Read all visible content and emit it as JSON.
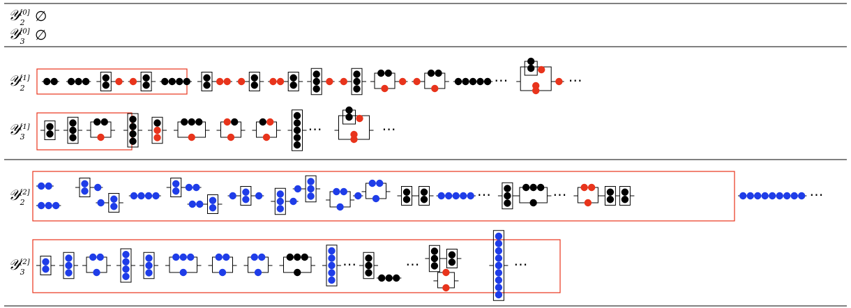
{
  "symbols": {
    "calY": "𝒴",
    "empty": "∅",
    "ellipsis": "⋯"
  },
  "colors": {
    "black": "#000000",
    "red": "#e8341c",
    "blue": "#1f3de8",
    "frame": "#e8341c",
    "rule": "#000000"
  },
  "rows": [
    {
      "id": "y2-0",
      "sub": "2",
      "sup": "[0]",
      "content": "empty"
    },
    {
      "id": "y3-0",
      "sub": "3",
      "sup": "[0]",
      "content": "empty"
    },
    {
      "id": "y2-1",
      "sub": "2",
      "sup": "[1]",
      "content": "diagrams"
    },
    {
      "id": "y3-1",
      "sub": "3",
      "sup": "[1]",
      "content": "diagrams"
    },
    {
      "id": "y2-2",
      "sub": "2",
      "sup": "[2]",
      "content": "diagrams"
    },
    {
      "id": "y3-2",
      "sub": "3",
      "sup": "[2]",
      "content": "diagrams"
    }
  ]
}
